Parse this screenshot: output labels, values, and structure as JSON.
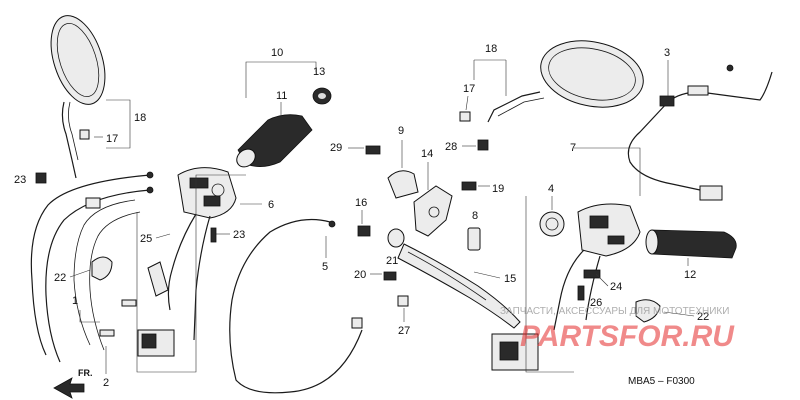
{
  "callouts": {
    "c1": "1",
    "c2": "2",
    "c3": "3",
    "c4": "4",
    "c5": "5",
    "c6": "6",
    "c7": "7",
    "c8": "8",
    "c9": "9",
    "c10": "10",
    "c11": "11",
    "c12": "12",
    "c13": "13",
    "c14": "14",
    "c15": "15",
    "c16": "16",
    "c17a": "17",
    "c17b": "17",
    "c18a": "18",
    "c18b": "18",
    "c19": "19",
    "c20": "20",
    "c21": "21",
    "c22a": "22",
    "c22b": "22",
    "c23a": "23",
    "c23b": "23",
    "c24": "24",
    "c25": "25",
    "c26": "26",
    "c27": "27",
    "c28": "28",
    "c29": "29"
  },
  "direction_marker": "FR.",
  "diagram_code": "MBA5 – F0300",
  "watermark": {
    "logo": "PARTSFOR.RU",
    "tagline": "ЗАПЧАСТИ, АКСЕССУАРЫ ДЛЯ МОТОТЕХНИКИ"
  }
}
